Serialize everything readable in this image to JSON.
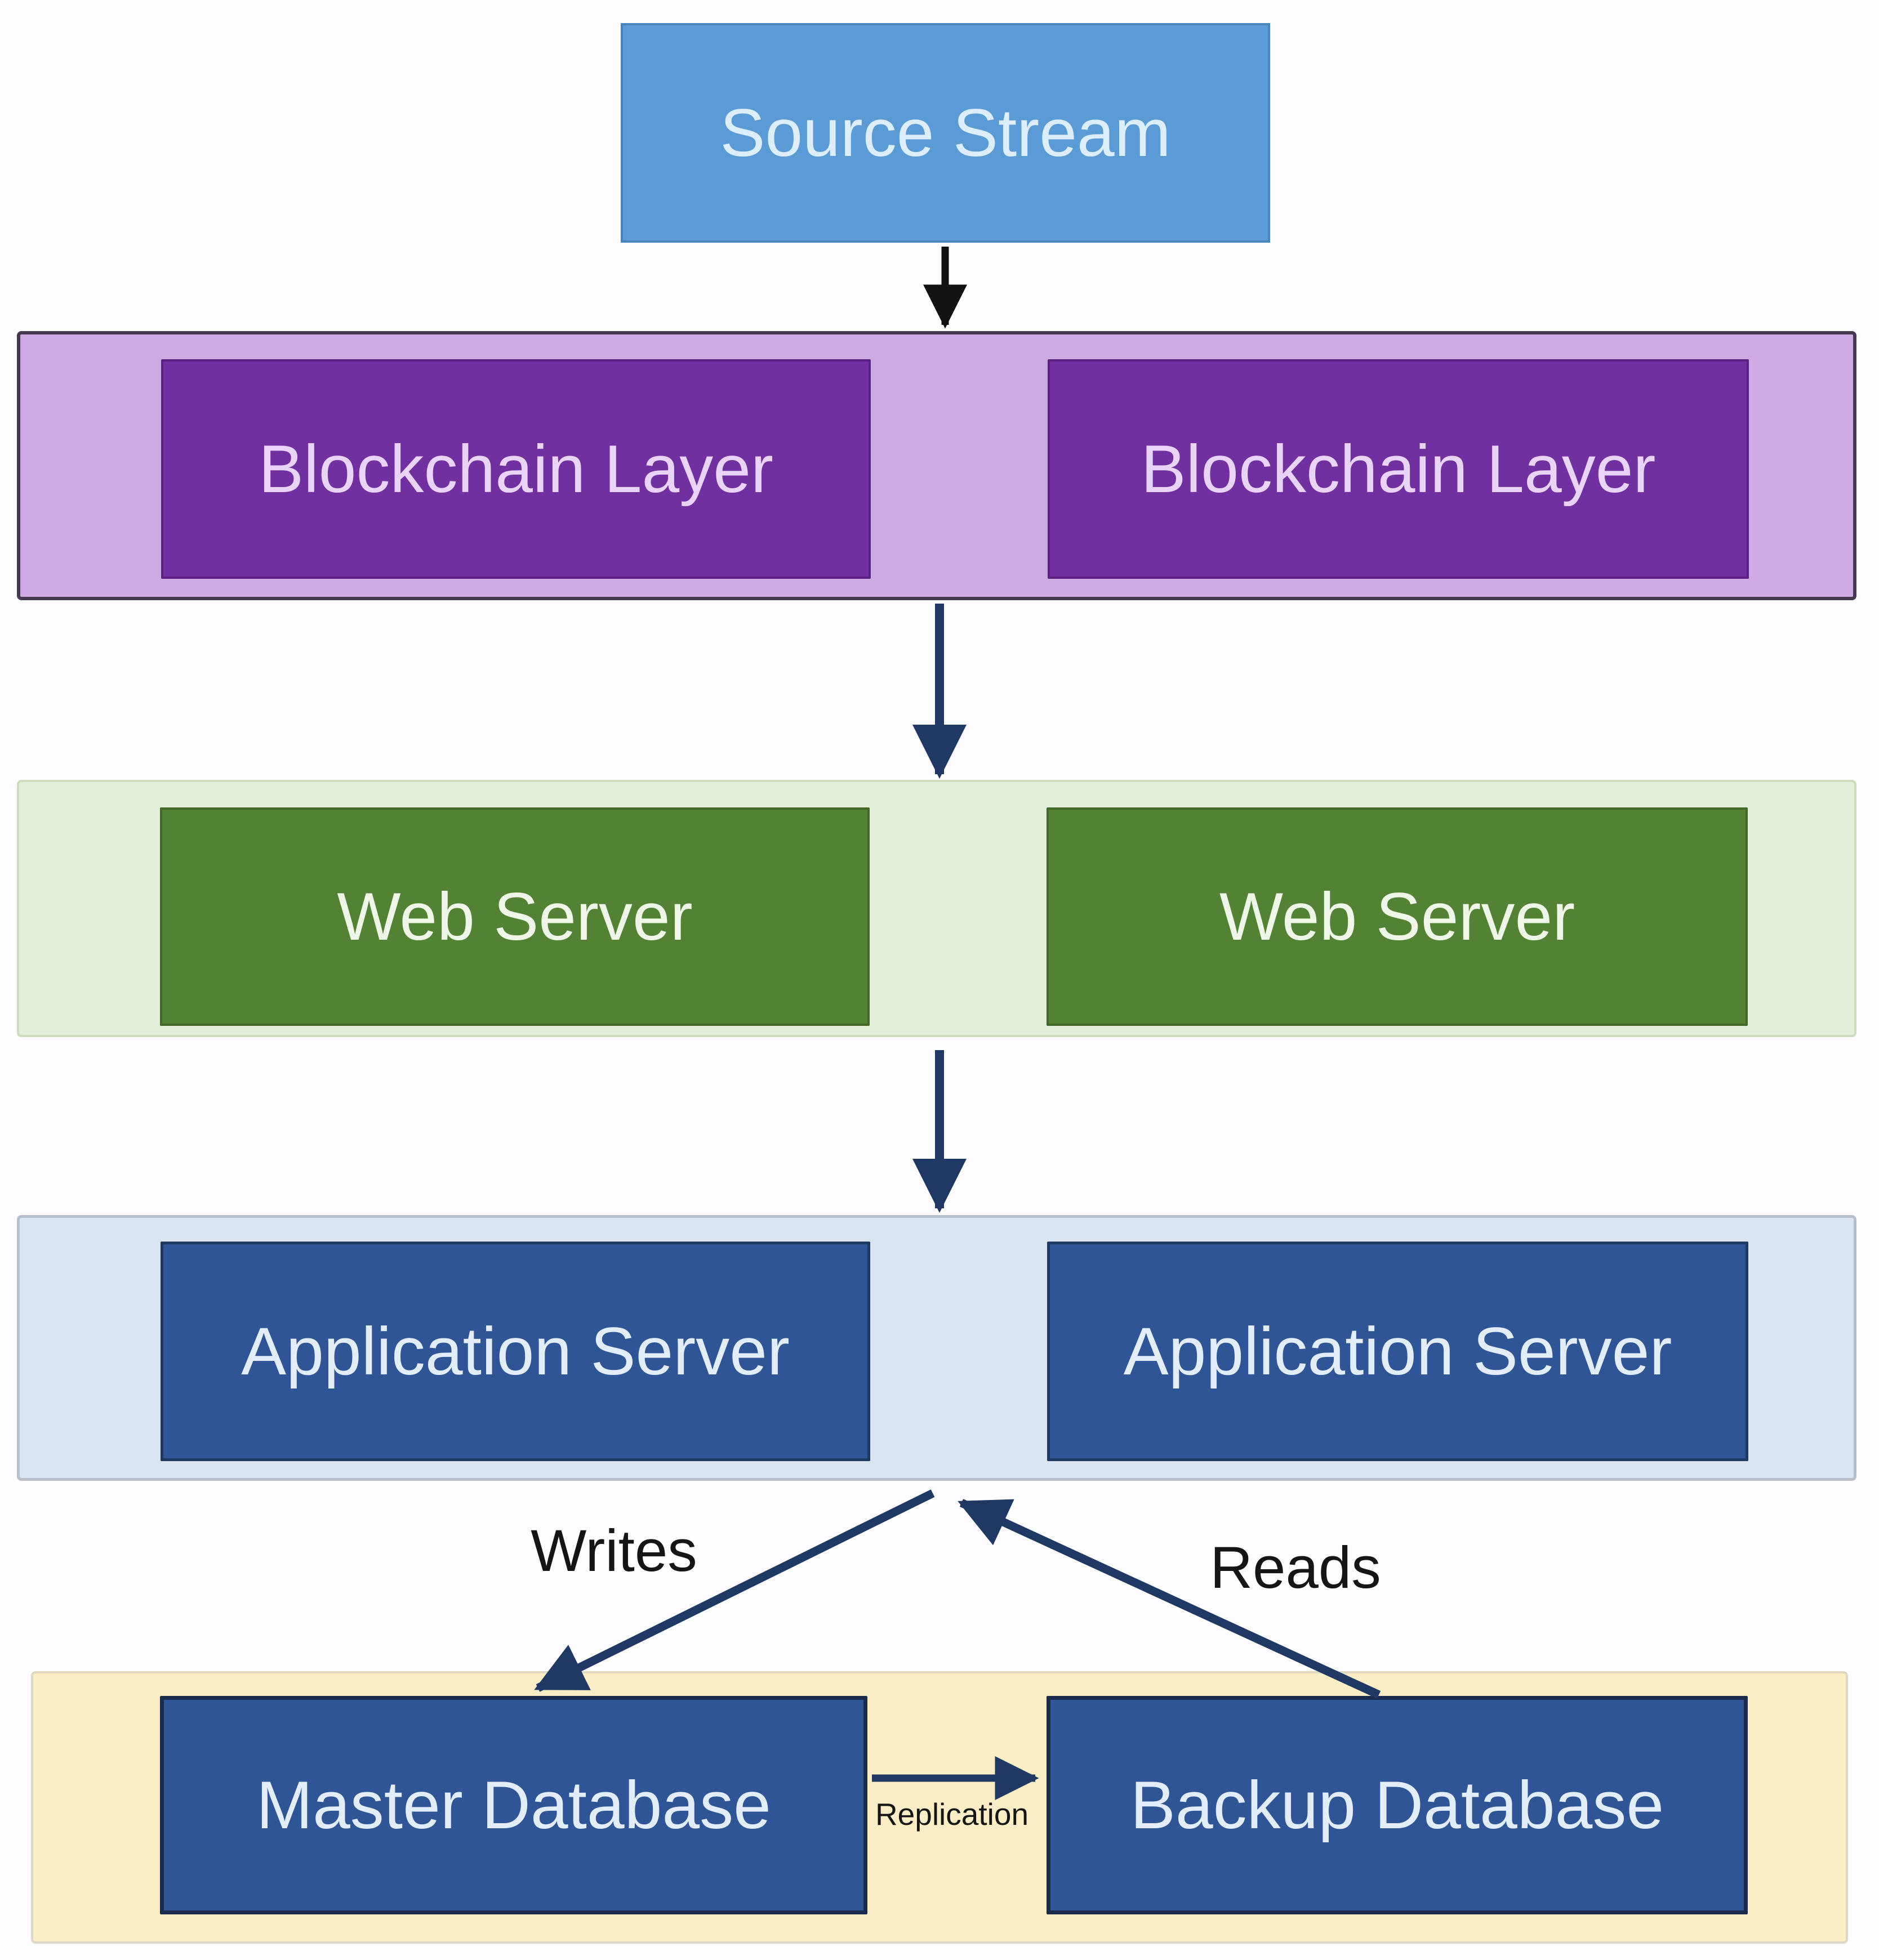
{
  "nodes": {
    "source": {
      "label": "Source Stream"
    },
    "blockchain_left": {
      "label": "Blockchain Layer"
    },
    "blockchain_right": {
      "label": "Blockchain Layer"
    },
    "web_left": {
      "label": "Web Server"
    },
    "web_right": {
      "label": "Web Server"
    },
    "app_left": {
      "label": "Application Server"
    },
    "app_right": {
      "label": "Application Server"
    },
    "db_master": {
      "label": "Master Database"
    },
    "db_backup": {
      "label": "Backup Database"
    }
  },
  "edge_labels": {
    "writes": "Writes",
    "reads": "Reads",
    "replication": "Replication"
  },
  "colors": {
    "source_fill": "#5b9bd5",
    "blockchain_container_fill": "#cdaae1",
    "blockchain_box_fill": "#7030a0",
    "web_container_fill": "#e2efda",
    "web_box_fill": "#548235",
    "app_container_fill": "#dbe4f1",
    "app_box_fill": "#2f5597",
    "db_container_fill": "#fbeec6",
    "db_box_fill": "#2f5597",
    "arrow_black": "#111111",
    "arrow_navy": "#1f3864"
  }
}
